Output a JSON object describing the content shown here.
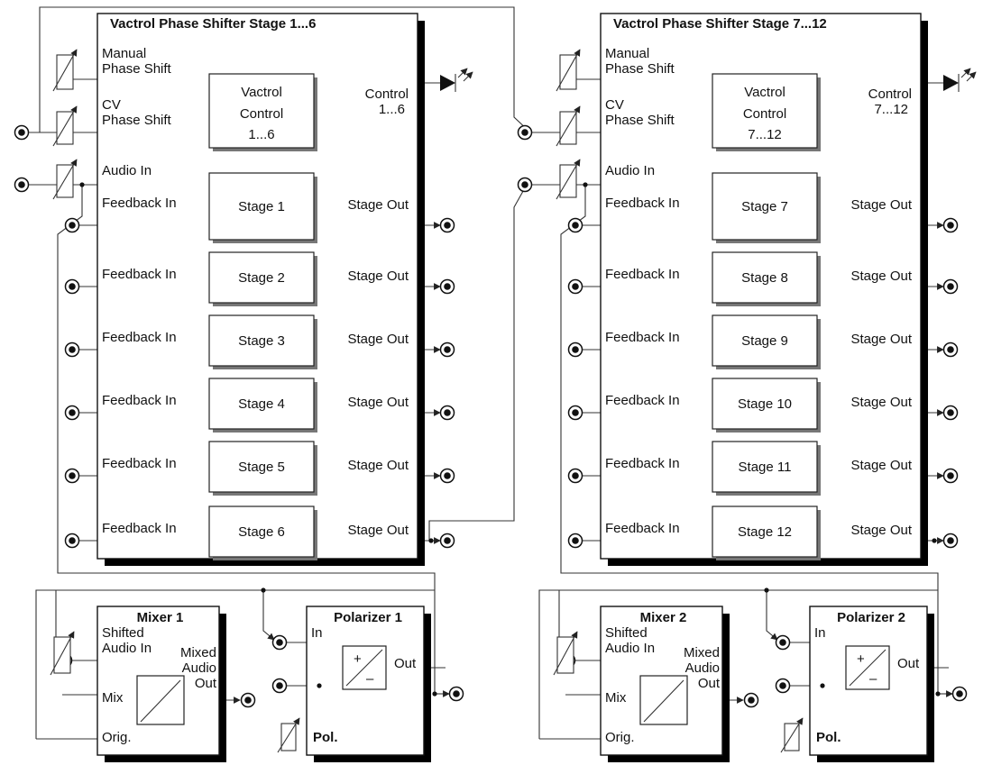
{
  "modules": [
    {
      "title": "Vactrol Phase Shifter Stage 1...6",
      "manual_label": [
        "Manual",
        "Phase Shift"
      ],
      "cv_label": [
        "CV",
        "Phase Shift"
      ],
      "control_block": [
        "Vactrol",
        "Control",
        "1...6"
      ],
      "control_out": [
        "Control",
        "1...6"
      ],
      "audio_in": "Audio In",
      "feedback_in": "Feedback In",
      "stage_out": "Stage Out",
      "stages": [
        "Stage 1",
        "Stage 2",
        "Stage 3",
        "Stage 4",
        "Stage 5",
        "Stage 6"
      ]
    },
    {
      "title": "Vactrol Phase Shifter Stage 7...12",
      "manual_label": [
        "Manual",
        "Phase Shift"
      ],
      "cv_label": [
        "CV",
        "Phase Shift"
      ],
      "control_block": [
        "Vactrol",
        "Control",
        "7...12"
      ],
      "control_out": [
        "Control",
        "7...12"
      ],
      "audio_in": "Audio In",
      "feedback_in": "Feedback In",
      "stage_out": "Stage Out",
      "stages": [
        "Stage 7",
        "Stage 8",
        "Stage 9",
        "Stage 10",
        "Stage 11",
        "Stage 12"
      ]
    }
  ],
  "mixers": [
    {
      "title": "Mixer 1",
      "shifted": [
        "Shifted",
        "Audio In"
      ],
      "mixed": [
        "Mixed",
        "Audio",
        "Out"
      ],
      "mix": "Mix",
      "orig": "Orig."
    },
    {
      "title": "Mixer 2",
      "shifted": [
        "Shifted",
        "Audio In"
      ],
      "mixed": [
        "Mixed",
        "Audio",
        "Out"
      ],
      "mix": "Mix",
      "orig": "Orig."
    }
  ],
  "polarizers": [
    {
      "title": "Polarizer 1",
      "in": "In",
      "out": "Out",
      "pol": "Pol.",
      "plus": "+",
      "minus": "–"
    },
    {
      "title": "Polarizer 2",
      "in": "In",
      "out": "Out",
      "pol": "Pol.",
      "plus": "+",
      "minus": "–"
    }
  ]
}
